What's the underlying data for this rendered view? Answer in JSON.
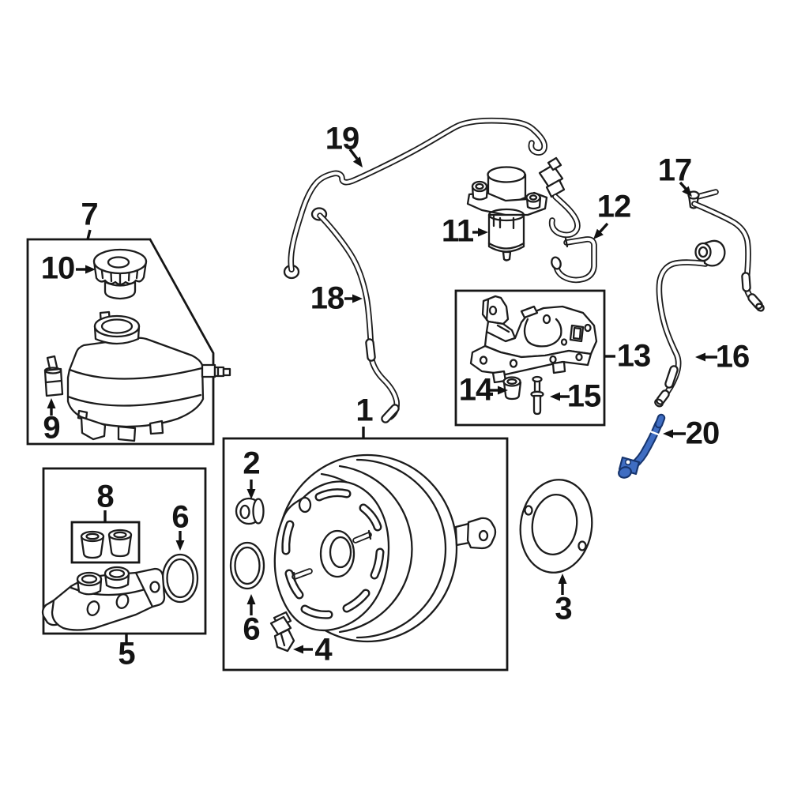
{
  "diagram": {
    "colors": {
      "background": "#ffffff",
      "line": "#1c1c1c",
      "highlight_fill": "#3f6dc2",
      "highlight_stroke": "#17356e"
    },
    "highlighted_part": "20",
    "callouts": [
      {
        "label": "7"
      },
      {
        "label": "10"
      },
      {
        "label": "9"
      },
      {
        "label": "19"
      },
      {
        "label": "18"
      },
      {
        "label": "11"
      },
      {
        "label": "12"
      },
      {
        "label": "17"
      },
      {
        "label": "13"
      },
      {
        "label": "14"
      },
      {
        "label": "15"
      },
      {
        "label": "16"
      },
      {
        "label": "20"
      },
      {
        "label": "1"
      },
      {
        "label": "2"
      },
      {
        "label": "6"
      },
      {
        "label": "4"
      },
      {
        "label": "6"
      },
      {
        "label": "8"
      },
      {
        "label": "5"
      },
      {
        "label": "3"
      }
    ]
  }
}
